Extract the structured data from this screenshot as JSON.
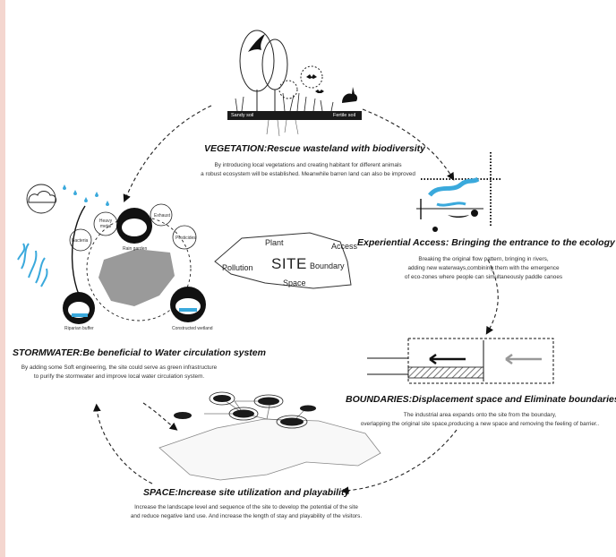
{
  "colors": {
    "water_blue": "#3aa9dc",
    "dark": "#111111",
    "hatch_gray": "#888888",
    "edge_pink": "#f4d6cf"
  },
  "vegetation": {
    "title": "VEGETATION:Rescue wasteland with biodiversity",
    "lines": [
      "By introducing local vegetations and creating habitant for different animals",
      "a robust ecosystem will be established. Meanwhile barren land can also be improved"
    ],
    "soil_left": "Sandy soil",
    "soil_right": "Fertile soil",
    "icons": [
      "bird-icon",
      "butterfly-icon",
      "rabbit-icon",
      "tree-icon"
    ]
  },
  "access": {
    "title": "Experiential Access: Bringing the entrance to the ecology",
    "lines": [
      "Breaking the original flow pattern, bringing in rivers,",
      "adding new waterways,combining them with the emergence",
      "of eco-zones where people can simultaneously paddle canoes"
    ],
    "icons": [
      "canoe-icon",
      "crab-icon"
    ]
  },
  "boundaries": {
    "title": "BOUNDARIES:Displacement space and Eliminate boundaries",
    "lines": [
      "The industrial area expands onto the site from the boundary,",
      "overlapping the original site space,producing a new space and removing the feeling of barrier.."
    ],
    "icons": [
      "arrow-left-icon"
    ]
  },
  "space": {
    "title": "SPACE:Increase site utilization and playability",
    "lines": [
      "Increase the landscape level and sequence of the site to develop the potential of the site",
      "and reduce negative land use. And increase the length of stay and playability of the visitors."
    ]
  },
  "stormwater": {
    "title": "STORMWATER:Be beneficial to Water circulation system",
    "lines": [
      "By adding some Soft engineering, the site could serve as green infrastructure",
      "to purify the stormwater and improve local water circulation system."
    ],
    "labels": {
      "heavy_metal": "Heavy metal",
      "exhaust": "Exhaust",
      "pesticides": "Pesticides",
      "bacteria": "Bacteria",
      "rain_garden": "Rain garden",
      "riparian_buffer": "Riparian buffer",
      "constructed_wetland": "Constructed wetland"
    },
    "icons": [
      "cloud-icon",
      "raindrop-icon"
    ]
  },
  "center": {
    "site": "SITE",
    "plant": "Plant",
    "access": "Access",
    "pollution": "Pollution",
    "boundary": "Boundary",
    "space": "Space"
  }
}
